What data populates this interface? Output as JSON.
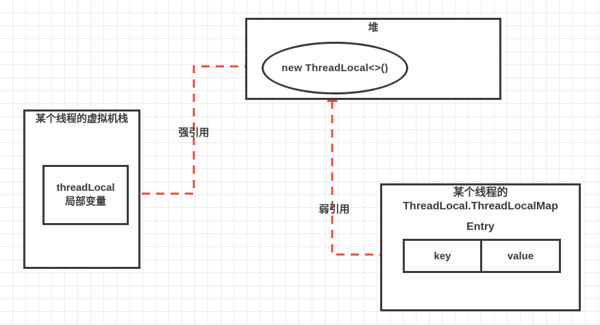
{
  "colors": {
    "stroke": "#3a3a3a",
    "arrow_red": "#f2483c",
    "grid_line": "#ebebeb",
    "background": "#ffffff"
  },
  "heap": {
    "title": "堆",
    "object_label": "new ThreadLocal<>()"
  },
  "stack": {
    "title": "某个线程的虚拟机栈",
    "variable_line1": "threadLocal",
    "variable_line2": "局部变量"
  },
  "map": {
    "title_line1": "某个线程的",
    "title_line2": "ThreadLocal.ThreadLocalMap",
    "entry_label": "Entry",
    "key_label": "key",
    "value_label": "value"
  },
  "arrows": {
    "strong_label": "强引用",
    "weak_label": "弱引用"
  }
}
